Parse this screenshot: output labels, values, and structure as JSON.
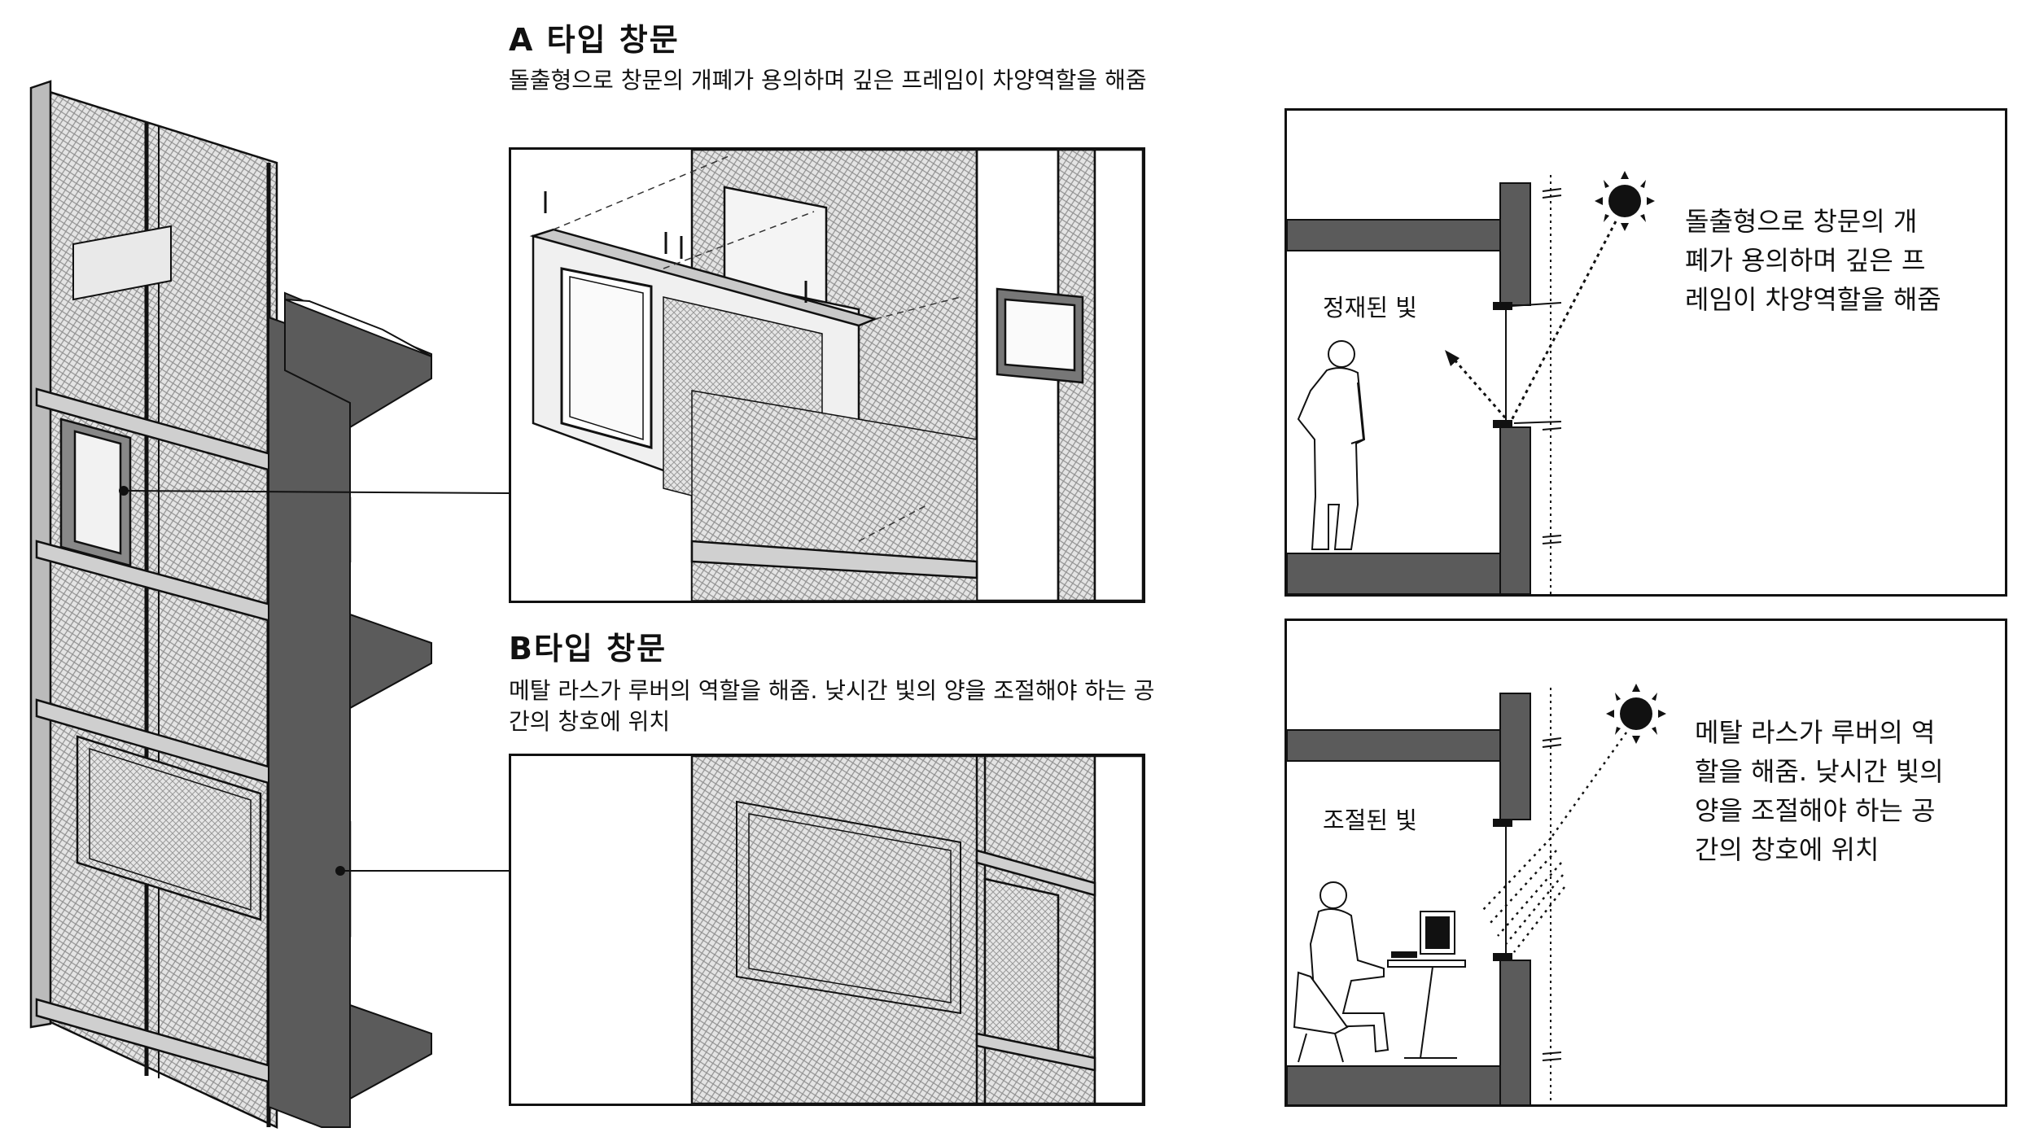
{
  "type_a": {
    "title": "A 타입 창문",
    "desc": "돌출형으로 창문의 개폐가 용의하며 깊은 프레임이 차양역할을 해줌"
  },
  "type_b": {
    "title": "B타입 창문",
    "desc": "메탈 라스가 루버의 역할을 해줌. 낮시간 빛의 양을 조절해야 하는 공간의 창호에 위치"
  },
  "section_a": {
    "label": "정재된 빛",
    "note_lines": [
      "돌출형으로  창문의  개",
      "폐가 용의하며 깊은 프",
      "레임이 차양역할을 해줌"
    ]
  },
  "section_b": {
    "label": "조절된 빛",
    "note_lines": [
      "메탈 라스가 루버의 역",
      "할을 해줌. 낮시간 빛의",
      "양을 조절해야 하는 공",
      "간의 창호에 위치"
    ]
  },
  "colors": {
    "line": "#111111",
    "wall": "#5b5b5b",
    "mesh": "#d9d9d9",
    "mesh_dark": "#9a9a9a"
  }
}
